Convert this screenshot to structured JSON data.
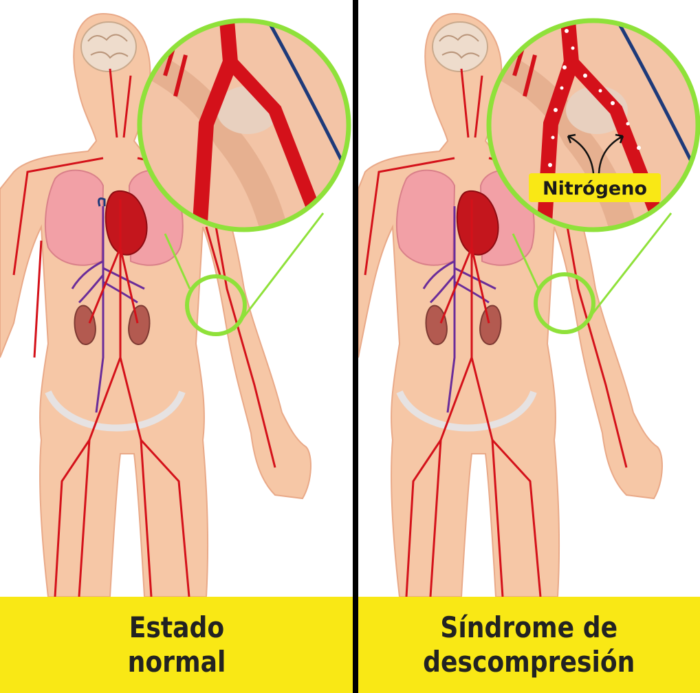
{
  "figure": {
    "panels": [
      {
        "id": "normal",
        "caption": "Estado\nnormal"
      },
      {
        "id": "decompression",
        "caption": "Síndrome de\ndescompresión",
        "callout_label": "Nitrógeno"
      }
    ]
  },
  "colors": {
    "caption_background": "#f9e815",
    "magnifier_ring": "#8fe13a",
    "artery": "#d4111a",
    "vein": "#1e3a7a",
    "skin": "#f6c7a6",
    "lung": "#f2a0a6",
    "kidney": "#b35a50",
    "bubble": "#ffffff",
    "divider": "#000000"
  }
}
